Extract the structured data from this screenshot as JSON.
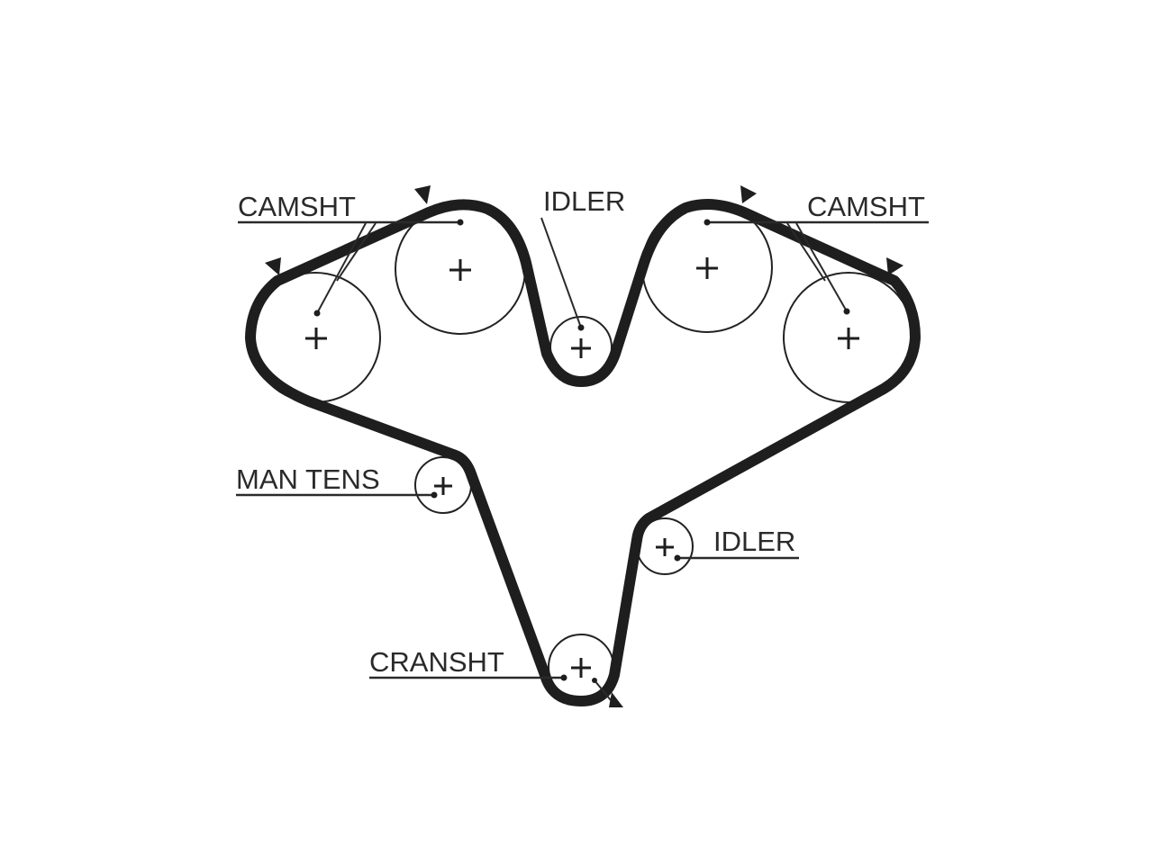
{
  "labels": {
    "camshaft_left": "CAMSHT",
    "idler_top": "IDLER",
    "camshaft_right": "CAMSHT",
    "manual_tensioner": "MAN TENS",
    "idler_right": "IDLER",
    "crankshaft": "CRANSHT"
  },
  "colors": {
    "belt": "#1e1e1e",
    "line": "#2a2a2a",
    "background": "#ffffff"
  }
}
